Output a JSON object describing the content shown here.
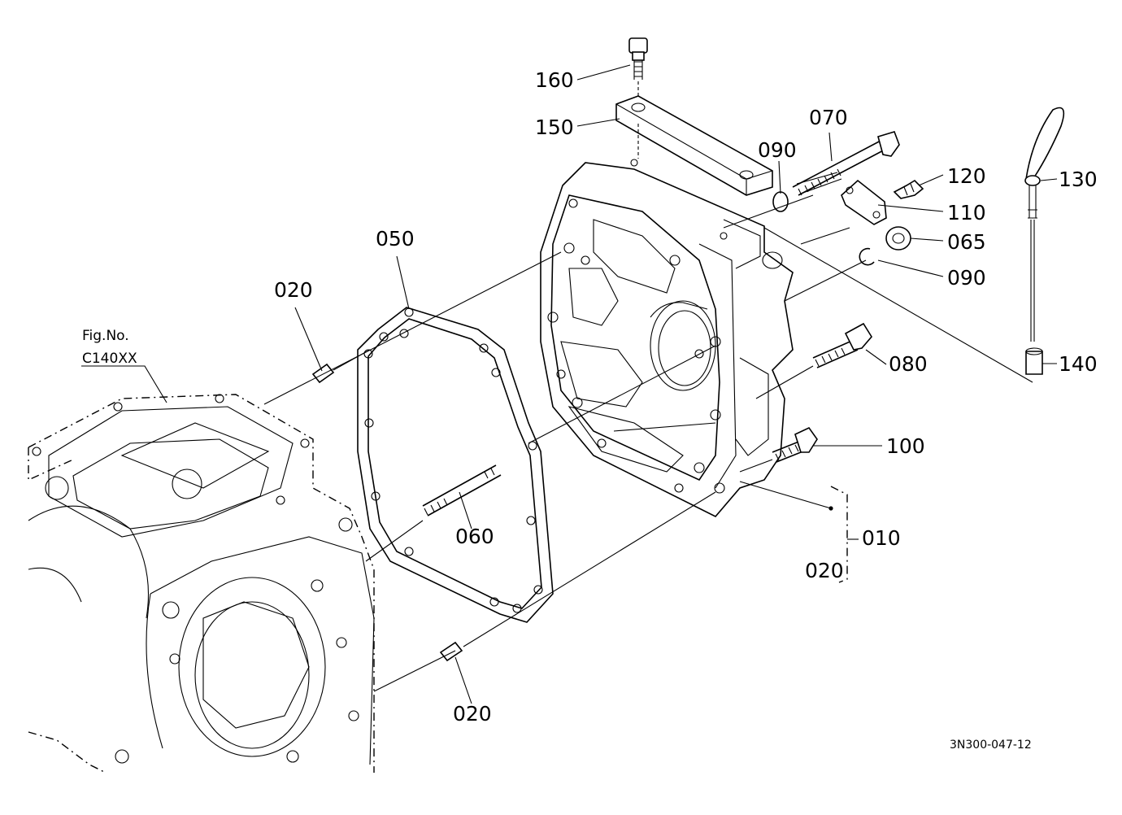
{
  "figure_ref": {
    "line1": "Fig.No.",
    "line2": "C140XX"
  },
  "doc_code": "3N300-047-12",
  "callouts": {
    "c160": "160",
    "c150": "150",
    "c070": "070",
    "c090a": "090",
    "c120": "120",
    "c110": "110",
    "c130": "130",
    "c065": "065",
    "c090b": "090",
    "c050": "050",
    "c020a": "020",
    "c080": "080",
    "c140": "140",
    "c100": "100",
    "c060": "060",
    "c010": "010",
    "c020b": "020",
    "c020c": "020"
  }
}
